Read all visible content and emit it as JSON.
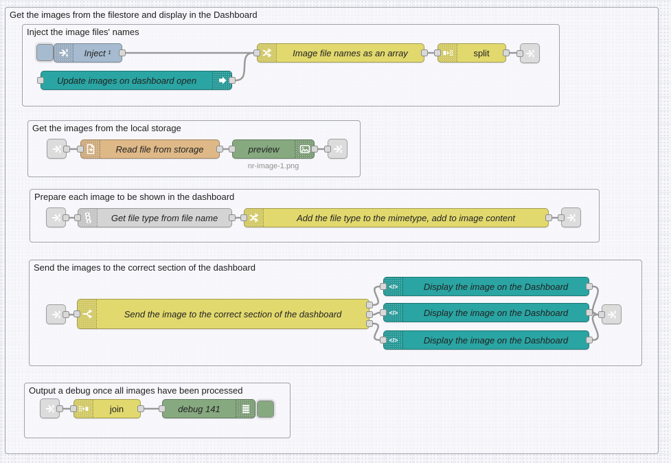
{
  "colors": {
    "inject_blue": "#a6bbcf",
    "dashboard_teal": "#2aa5a3",
    "function_yellow": "#e2d96e",
    "file_tan": "#deb887",
    "debug_green": "#87a980",
    "change_gray": "#d4d4d4",
    "link_gray": "#dcdcdc",
    "wire_gray": "#999999"
  },
  "outer_group": {
    "title": "Get the images from the filestore and display in the Dashboard"
  },
  "groups": {
    "inject": {
      "title": "Inject the image files' names"
    },
    "storage": {
      "title": "Get the images from the local storage"
    },
    "prepare": {
      "title": "Prepare each image to be shown in the dashboard"
    },
    "send": {
      "title": "Send the images to the correct section of the dashboard"
    },
    "output": {
      "title": "Output a debug once all images have been processed"
    }
  },
  "nodes": {
    "inject": {
      "label": "Inject ¹"
    },
    "update_images": {
      "label": "Update images on dashboard open"
    },
    "image_file_names": {
      "label": "Image file names as an array"
    },
    "split": {
      "label": "split"
    },
    "read_file": {
      "label": "Read file from storage"
    },
    "preview": {
      "label": "preview",
      "status": "nr-image-1.png"
    },
    "get_file_type": {
      "label": "Get file type from file name"
    },
    "add_mimetype": {
      "label": "Add the file type to the mimetype, add to image content"
    },
    "send_switch": {
      "label": "Send the image to the correct section of the dashboard"
    },
    "display_1": {
      "label": "Display the image on the Dashboard"
    },
    "display_2": {
      "label": "Display the image on the Dashboard"
    },
    "display_3": {
      "label": "Display the image on the Dashboard"
    },
    "join": {
      "label": "join"
    },
    "debug": {
      "label": "debug 141"
    }
  }
}
